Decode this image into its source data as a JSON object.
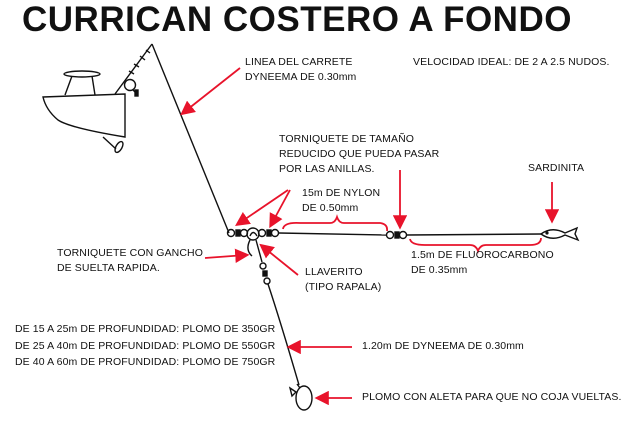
{
  "title": "CURRICAN COSTERO A FONDO",
  "speed": "VELOCIDAD IDEAL: DE 2 A 2.5 NUDOS.",
  "labels": {
    "main_line": [
      "LINEA DEL CARRETE",
      "DYNEEMA DE 0.30mm"
    ],
    "small_swivel": [
      "TORNIQUETE DE TAMAÑO",
      "REDUCIDO QUE PUEDA PASAR",
      "POR LAS ANILLAS."
    ],
    "nylon": [
      "15m DE NYLON",
      "DE 0.50mm"
    ],
    "bait": "SARDINITA",
    "fluoro": [
      "1.5m DE FLUOROCARBONO",
      "DE 0.35mm"
    ],
    "snap_swivel": [
      "TORNIQUETE CON GANCHO",
      "DE SUELTA RAPIDA."
    ],
    "split_ring": [
      "LLAVERITO",
      "(TIPO RAPALA)"
    ],
    "depth": [
      "DE 15 A 25m DE PROFUNDIDAD: PLOMO DE 350GR",
      "DE 25 A 40m DE PROFUNDIDAD: PLOMO DE 550GR",
      "DE 40 A 60m DE PROFUNDIDAD: PLOMO DE 750GR"
    ],
    "dropper": "1.20m DE DYNEEMA DE 0.30mm",
    "weight": "PLOMO CON ALETA PARA QUE NO COJA VUELTAS."
  },
  "colors": {
    "arrow": "#e8132b",
    "ink": "#111111"
  }
}
